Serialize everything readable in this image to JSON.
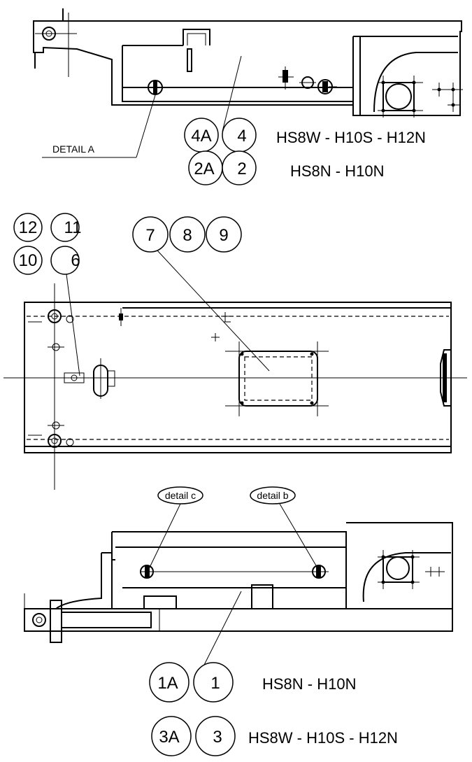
{
  "top_view": {
    "detail_label": "DETAIL A",
    "callouts": [
      "4A",
      "4",
      "2A",
      "2"
    ],
    "models_row1": "HS8W - H10S - H12N",
    "models_row2": "HS8N - H10N"
  },
  "middle_view": {
    "callouts_left": [
      "12",
      "11",
      "10",
      "6"
    ],
    "callouts_center": [
      "7",
      "8",
      "9"
    ]
  },
  "bottom_view": {
    "detail_c": "detail c",
    "detail_b": "detail b",
    "callouts": [
      "1A",
      "1",
      "3A",
      "3"
    ],
    "models_row1": "HS8N - H10N",
    "models_row2": "HS8W - H10S - H12N"
  }
}
